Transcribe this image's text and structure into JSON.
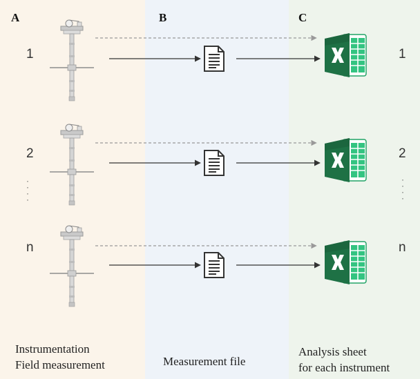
{
  "panels": {
    "a": {
      "letter": "A",
      "caption_line1": "Instrumentation",
      "caption_line2": "Field measurement"
    },
    "b": {
      "letter": "B",
      "caption": "Measurement file"
    },
    "c": {
      "letter": "C",
      "caption_line1": "Analysis sheet",
      "caption_line2": "for each instrument"
    }
  },
  "rows": [
    {
      "left_label": "1",
      "right_label": "1"
    },
    {
      "left_label": "2",
      "right_label": "2"
    },
    {
      "left_label": "n",
      "right_label": "n"
    }
  ],
  "colors": {
    "panel_a_bg": "#fbf4ea",
    "panel_b_bg": "#eef3f9",
    "panel_c_bg": "#eef4ec",
    "excel_green": "#1e7145",
    "excel_green_dark": "#185c37",
    "excel_green_light": "#33c481",
    "arrow_solid": "#333333",
    "arrow_dashed": "#999999"
  },
  "icons": [
    "instrument-icon",
    "document-icon",
    "excel-icon"
  ]
}
